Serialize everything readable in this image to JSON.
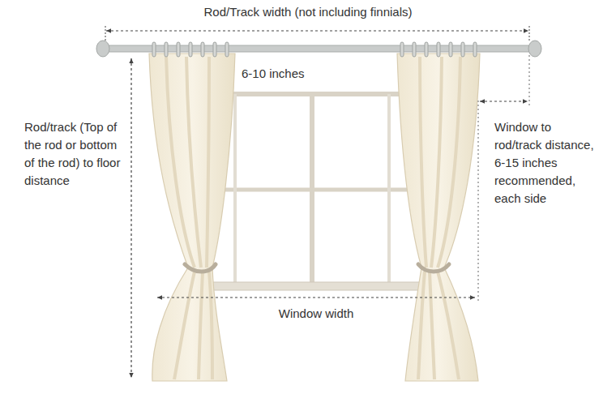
{
  "diagram": {
    "labels": [
      "Rod/Track width (not including finnials)",
      "6-10 inches",
      "Rod/track (Top of the rod or bottom of the rod) to floor distance",
      "Window to rod/track distance, 6-15 inches recommended, each side",
      "Window width"
    ]
  }
}
